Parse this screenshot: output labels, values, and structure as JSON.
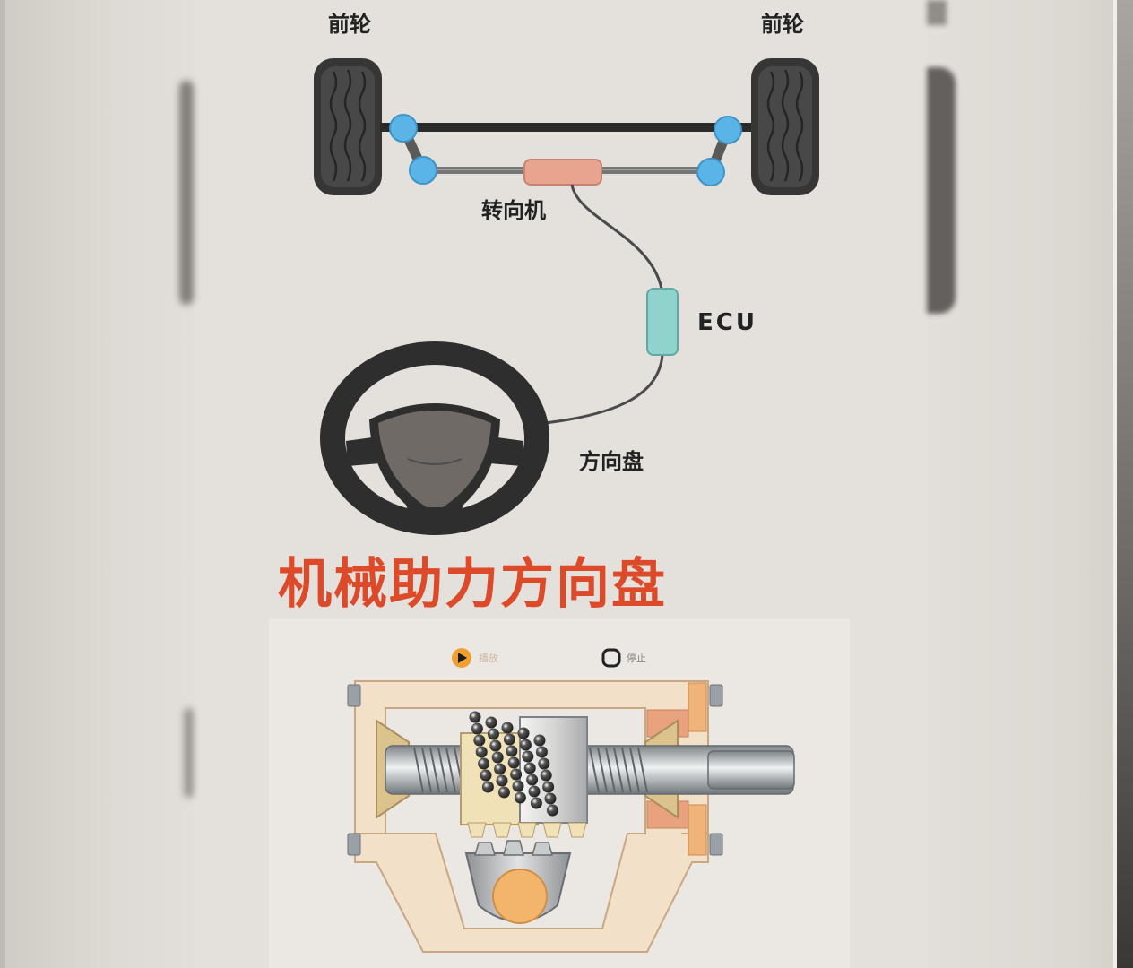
{
  "labels": {
    "front_wheel_left": "前轮",
    "front_wheel_right": "前轮",
    "steering_gear": "转向机",
    "ecu": "ECU",
    "steering_wheel": "方向盘"
  },
  "title": "机械助力方向盘",
  "animation_controls": {
    "play_label": "播放",
    "stop_label": "停止"
  },
  "colors": {
    "title": "#dd4a2a",
    "joint": "#5ab4e6",
    "steering_gear": "#e8a48e",
    "ecu": "#8fd3cc",
    "tire": "#3b3b3b",
    "play_button": "#f0a030"
  },
  "icons": {
    "play": "play-icon",
    "stop": "stop-icon"
  }
}
